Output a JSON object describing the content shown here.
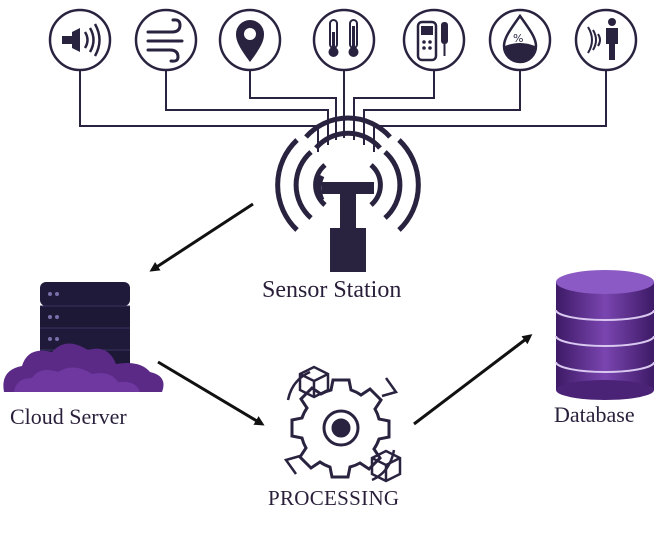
{
  "labels": {
    "sensor_station": "Sensor Station",
    "cloud_server": "Cloud Server",
    "processing": "PROCESSING",
    "database": "Database"
  },
  "sensor_icons": [
    "sound-sensor-icon",
    "wind-sensor-icon",
    "location-pin-icon",
    "thermometer-icon",
    "handheld-meter-icon",
    "humidity-drop-icon",
    "presence-person-icon"
  ],
  "colors": {
    "accent_purple": "#5b2a86",
    "dark_navy": "#1f1a3a",
    "line_color": "#2a2340",
    "text_color": "#2a1f3a"
  }
}
